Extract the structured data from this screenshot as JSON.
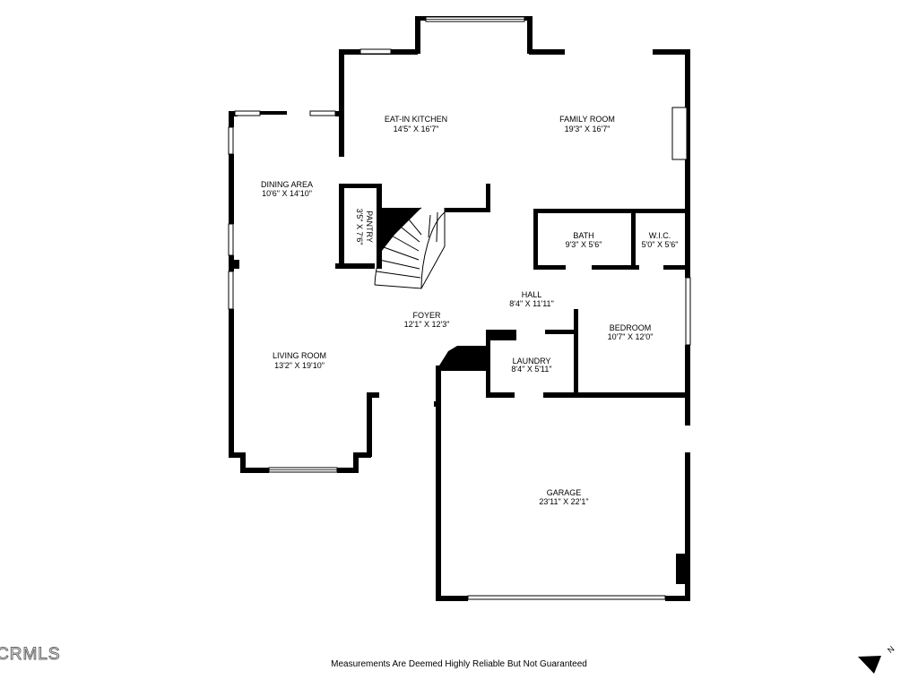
{
  "rooms": {
    "eat_in_kitchen": {
      "name": "EAT-IN KITCHEN",
      "dims": "14'5\" X 16'7\""
    },
    "family_room": {
      "name": "FAMILY ROOM",
      "dims": "19'3\" X 16'7\""
    },
    "dining_area": {
      "name": "DINING AREA",
      "dims": "10'6\" X 14'10\""
    },
    "pantry": {
      "name": "PANTRY",
      "dims": "3'5\" X 7'6\""
    },
    "bath": {
      "name": "BATH",
      "dims": "9'3\" X 5'6\""
    },
    "wic": {
      "name": "W.I.C.",
      "dims": "5'0\" X 5'6\""
    },
    "hall": {
      "name": "HALL",
      "dims": "8'4\" X 11'11\""
    },
    "foyer": {
      "name": "FOYER",
      "dims": "12'1\" X 12'3\""
    },
    "bedroom": {
      "name": "BEDROOM",
      "dims": "10'7\" X 12'0\""
    },
    "living_room": {
      "name": "LIVING ROOM",
      "dims": "13'2\" X 19'10\""
    },
    "laundry": {
      "name": "LAUNDRY",
      "dims": "8'4\" X 5'11\""
    },
    "garage": {
      "name": "GARAGE",
      "dims": "23'11\" X 22'1\""
    }
  },
  "footer": {
    "note": "Measurements Are Deemed Highly Reliable But Not Guaranteed"
  },
  "watermark": {
    "text": "CRMLS"
  },
  "compass": {
    "label": "N",
    "icon": "north-arrow-icon"
  }
}
